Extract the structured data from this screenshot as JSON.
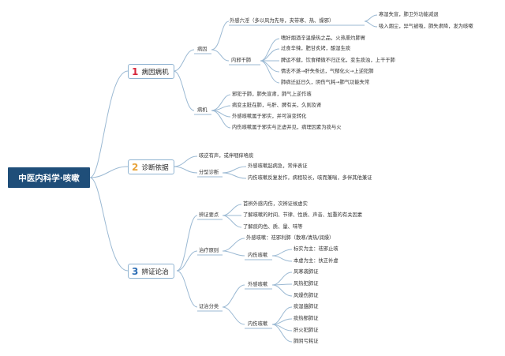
{
  "root": "中医内科学·咳嗽",
  "sections": [
    {
      "num": "1",
      "label": "病因病机",
      "num_color": "#d6263b"
    },
    {
      "num": "2",
      "label": "诊断依据",
      "num_color": "#e8a33a"
    },
    {
      "num": "3",
      "label": "辨证论治",
      "num_color": "#2e6fb5"
    }
  ],
  "s1": {
    "bingyin": "病因",
    "bingji": "病机",
    "waigan": "外感六淫（多以风为先导，夹带寒、热、燥邪）",
    "waigan_items": [
      "寒湿失宣，肺卫外功能减退",
      "吸入烟尘，异气被吸，肺失肃降，发为咳嗽"
    ],
    "neishang": "内邪干肺",
    "neishang_items": [
      "嗜好烟酒辛温燥热之品，火热熏灼肺胃",
      "过食辛辣，肥甘炙烤，酿湿生痰",
      "脾运不健，饮食精微不归正化，变生痰浊，上干于肺",
      "情志不遂→肝失条达，气郁化火→上逆犯肺",
      "肺病迁延日久，阴伤气耗→肺气功能失常"
    ],
    "bingji_items": [
      "邪犯于肺，肺失宣肃，肺气上逆作咳",
      "病变主脏在肺，与肝、脾有关，久则及肾",
      "外感咳嗽属于邪实，并可演变转化",
      "内伤咳嗽属于邪实与正虚并见，病理因素为痰与火"
    ]
  },
  "s2": {
    "item1": "咳逆有声，或伴咽痒咯痰",
    "fenxing": "分型诊断",
    "fenxing_items": [
      "外感咳嗽起病急，常伴表证",
      "内伤咳嗽反复发作，病程较长，咳而兼喘，多伴其他兼证"
    ]
  },
  "s3": {
    "bianzheng": "辨证要点",
    "bianzheng_items": [
      "首辨外感内伤，次辨证候虚实",
      "了解咳嗽的时间、节律、性质、声音、加重的有关因素",
      "了解痰的色、质、量、味等"
    ],
    "zhiliao": "治疗原则",
    "zhiliao_waigan": "外感咳嗽：祛邪利肺（散寒/清热/润燥）",
    "zhiliao_neishang": "内伤咳嗽",
    "zhiliao_neishang_items": [
      "标实为主：祛邪止咳",
      "本虚为主：扶正补虚"
    ],
    "fenlei": "证治分类",
    "waigan_kesou": "外感咳嗽",
    "waigan_items": [
      "风寒袭肺证",
      "风热犯肺证",
      "风燥伤肺证"
    ],
    "neishang_kesou": "内伤咳嗽",
    "neishang_items": [
      "痰湿蕴肺证",
      "痰热郁肺证",
      "肝火犯肺证",
      "肺阴亏耗证"
    ]
  }
}
